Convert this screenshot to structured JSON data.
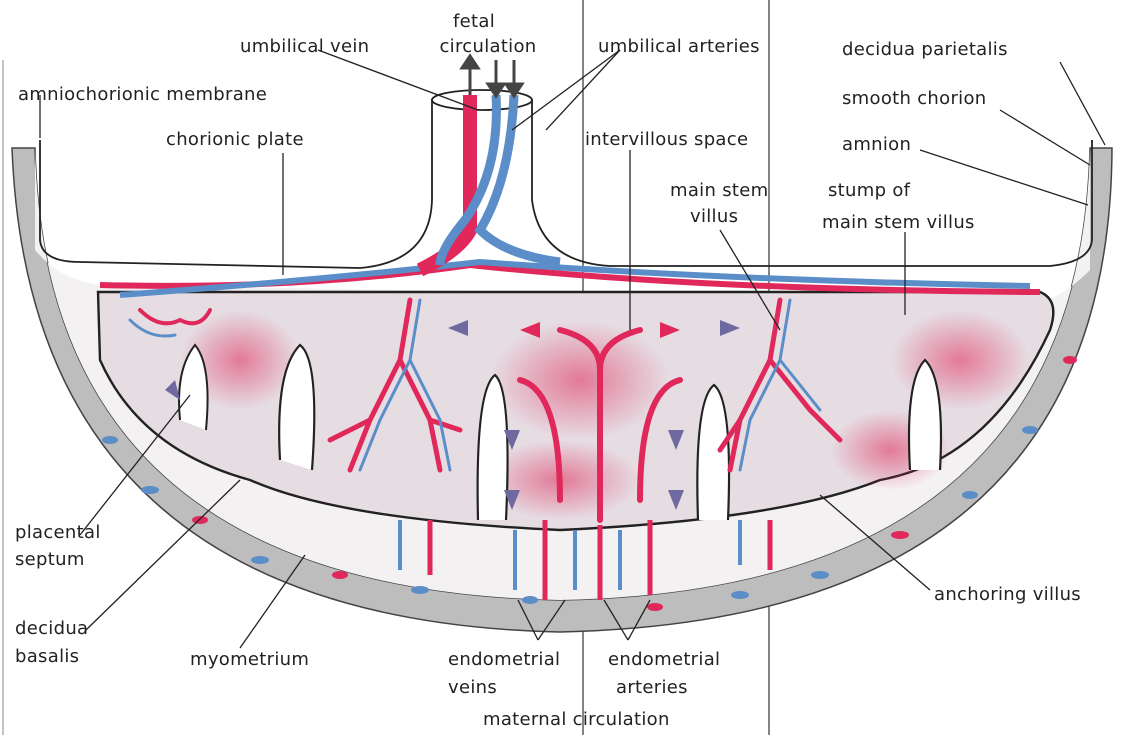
{
  "colors": {
    "artery": "#e0285a",
    "vein": "#5b8ec8",
    "outline": "#222222",
    "space": "#e6dde3",
    "decidua": "#f4f1f2",
    "myometrium": "#bdbdbd",
    "flow_arrow": "#6e6aa0"
  },
  "labels": {
    "fetal_circulation_1": "fetal",
    "fetal_circulation_2": "circulation",
    "umbilical_vein": "umbilical vein",
    "umbilical_arteries": "umbilical arteries",
    "decidua_parietalis": "decidua parietalis",
    "amniochorionic_membrane": "amniochorionic membrane",
    "smooth_chorion": "smooth chorion",
    "chorionic_plate": "chorionic plate",
    "intervillous_space": "intervillous space",
    "amnion": "amnion",
    "main_stem_villus_1": "main stem",
    "main_stem_villus_2": "villus",
    "stump_1": "stump of",
    "stump_2": "main stem villus",
    "placental_septum_1": "placental",
    "placental_septum_2": "septum",
    "decidua_basalis_1": "decidua",
    "decidua_basalis_2": "basalis",
    "myometrium": "myometrium",
    "endometrial_veins_1": "endometrial",
    "endometrial_veins_2": "veins",
    "endometrial_arteries_1": "endometrial",
    "endometrial_arteries_2": "arteries",
    "maternal_circulation": "maternal circulation",
    "anchoring_villus": "anchoring villus"
  }
}
